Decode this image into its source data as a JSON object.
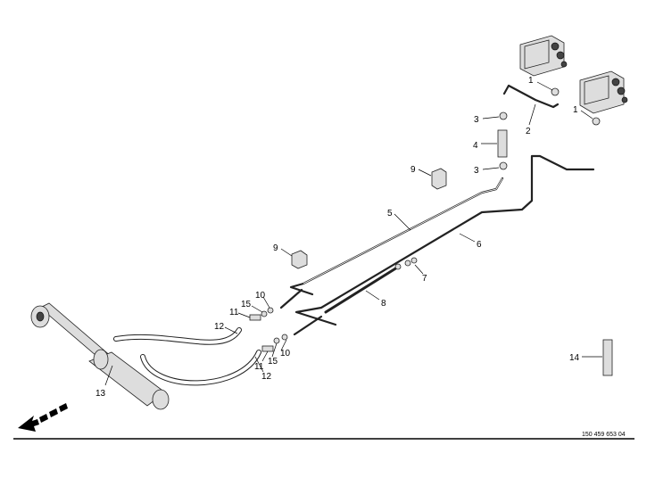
{
  "drawing_reference": "150 459 653 04",
  "callouts": [
    "1",
    "1",
    "2",
    "3",
    "4",
    "3",
    "9",
    "5",
    "6",
    "9",
    "7",
    "8",
    "10",
    "15",
    "11",
    "12",
    "10",
    "15",
    "11",
    "12",
    "13",
    "14"
  ],
  "direction_arrow_icon": "travel-direction-arrow",
  "colors": {
    "line": "#000000",
    "background": "#ffffff"
  }
}
